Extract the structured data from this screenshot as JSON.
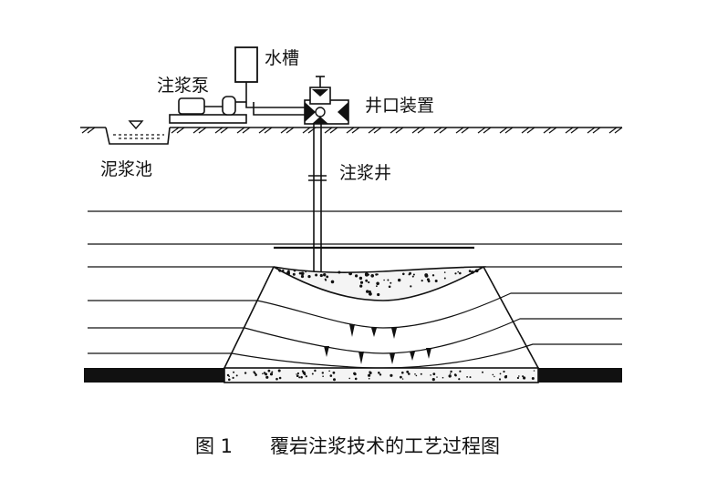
{
  "labels": {
    "water_tank": "水槽",
    "grout_pump": "注浆泵",
    "wellhead": "井口装置",
    "mud_pool": "泥浆池",
    "grout_well": "注浆井"
  },
  "caption": {
    "number": "图 1",
    "title": "覆岩注浆技术的工艺过程图"
  }
}
